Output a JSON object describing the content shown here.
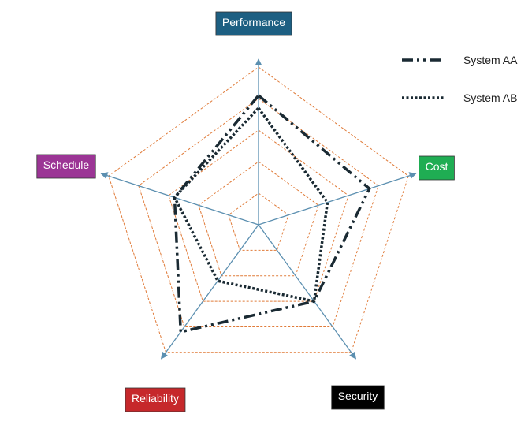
{
  "chart_data": {
    "type": "radar",
    "axes": [
      {
        "label": "Performance",
        "color": "#1d5f82"
      },
      {
        "label": "Cost",
        "color": "#1fad53"
      },
      {
        "label": "Security",
        "color": "#000000"
      },
      {
        "label": "Reliability",
        "color": "#c6282b"
      },
      {
        "label": "Schedule",
        "color": "#9b3595"
      }
    ],
    "rlim": [
      0,
      5
    ],
    "grid_rings": [
      1,
      2,
      3,
      4,
      5
    ],
    "grid_color": "#e07b39",
    "axis_color": "#5b8fb0",
    "series": [
      {
        "name": "System AA",
        "style": "dash-dot-dot",
        "color": "#1a2a33",
        "values": [
          4.1,
          3.7,
          3.0,
          4.2,
          2.8
        ]
      },
      {
        "name": "System AB",
        "style": "dotted",
        "color": "#1a2a33",
        "values": [
          3.7,
          2.3,
          3.0,
          2.2,
          2.8
        ]
      }
    ],
    "legend_position": "top-right"
  }
}
